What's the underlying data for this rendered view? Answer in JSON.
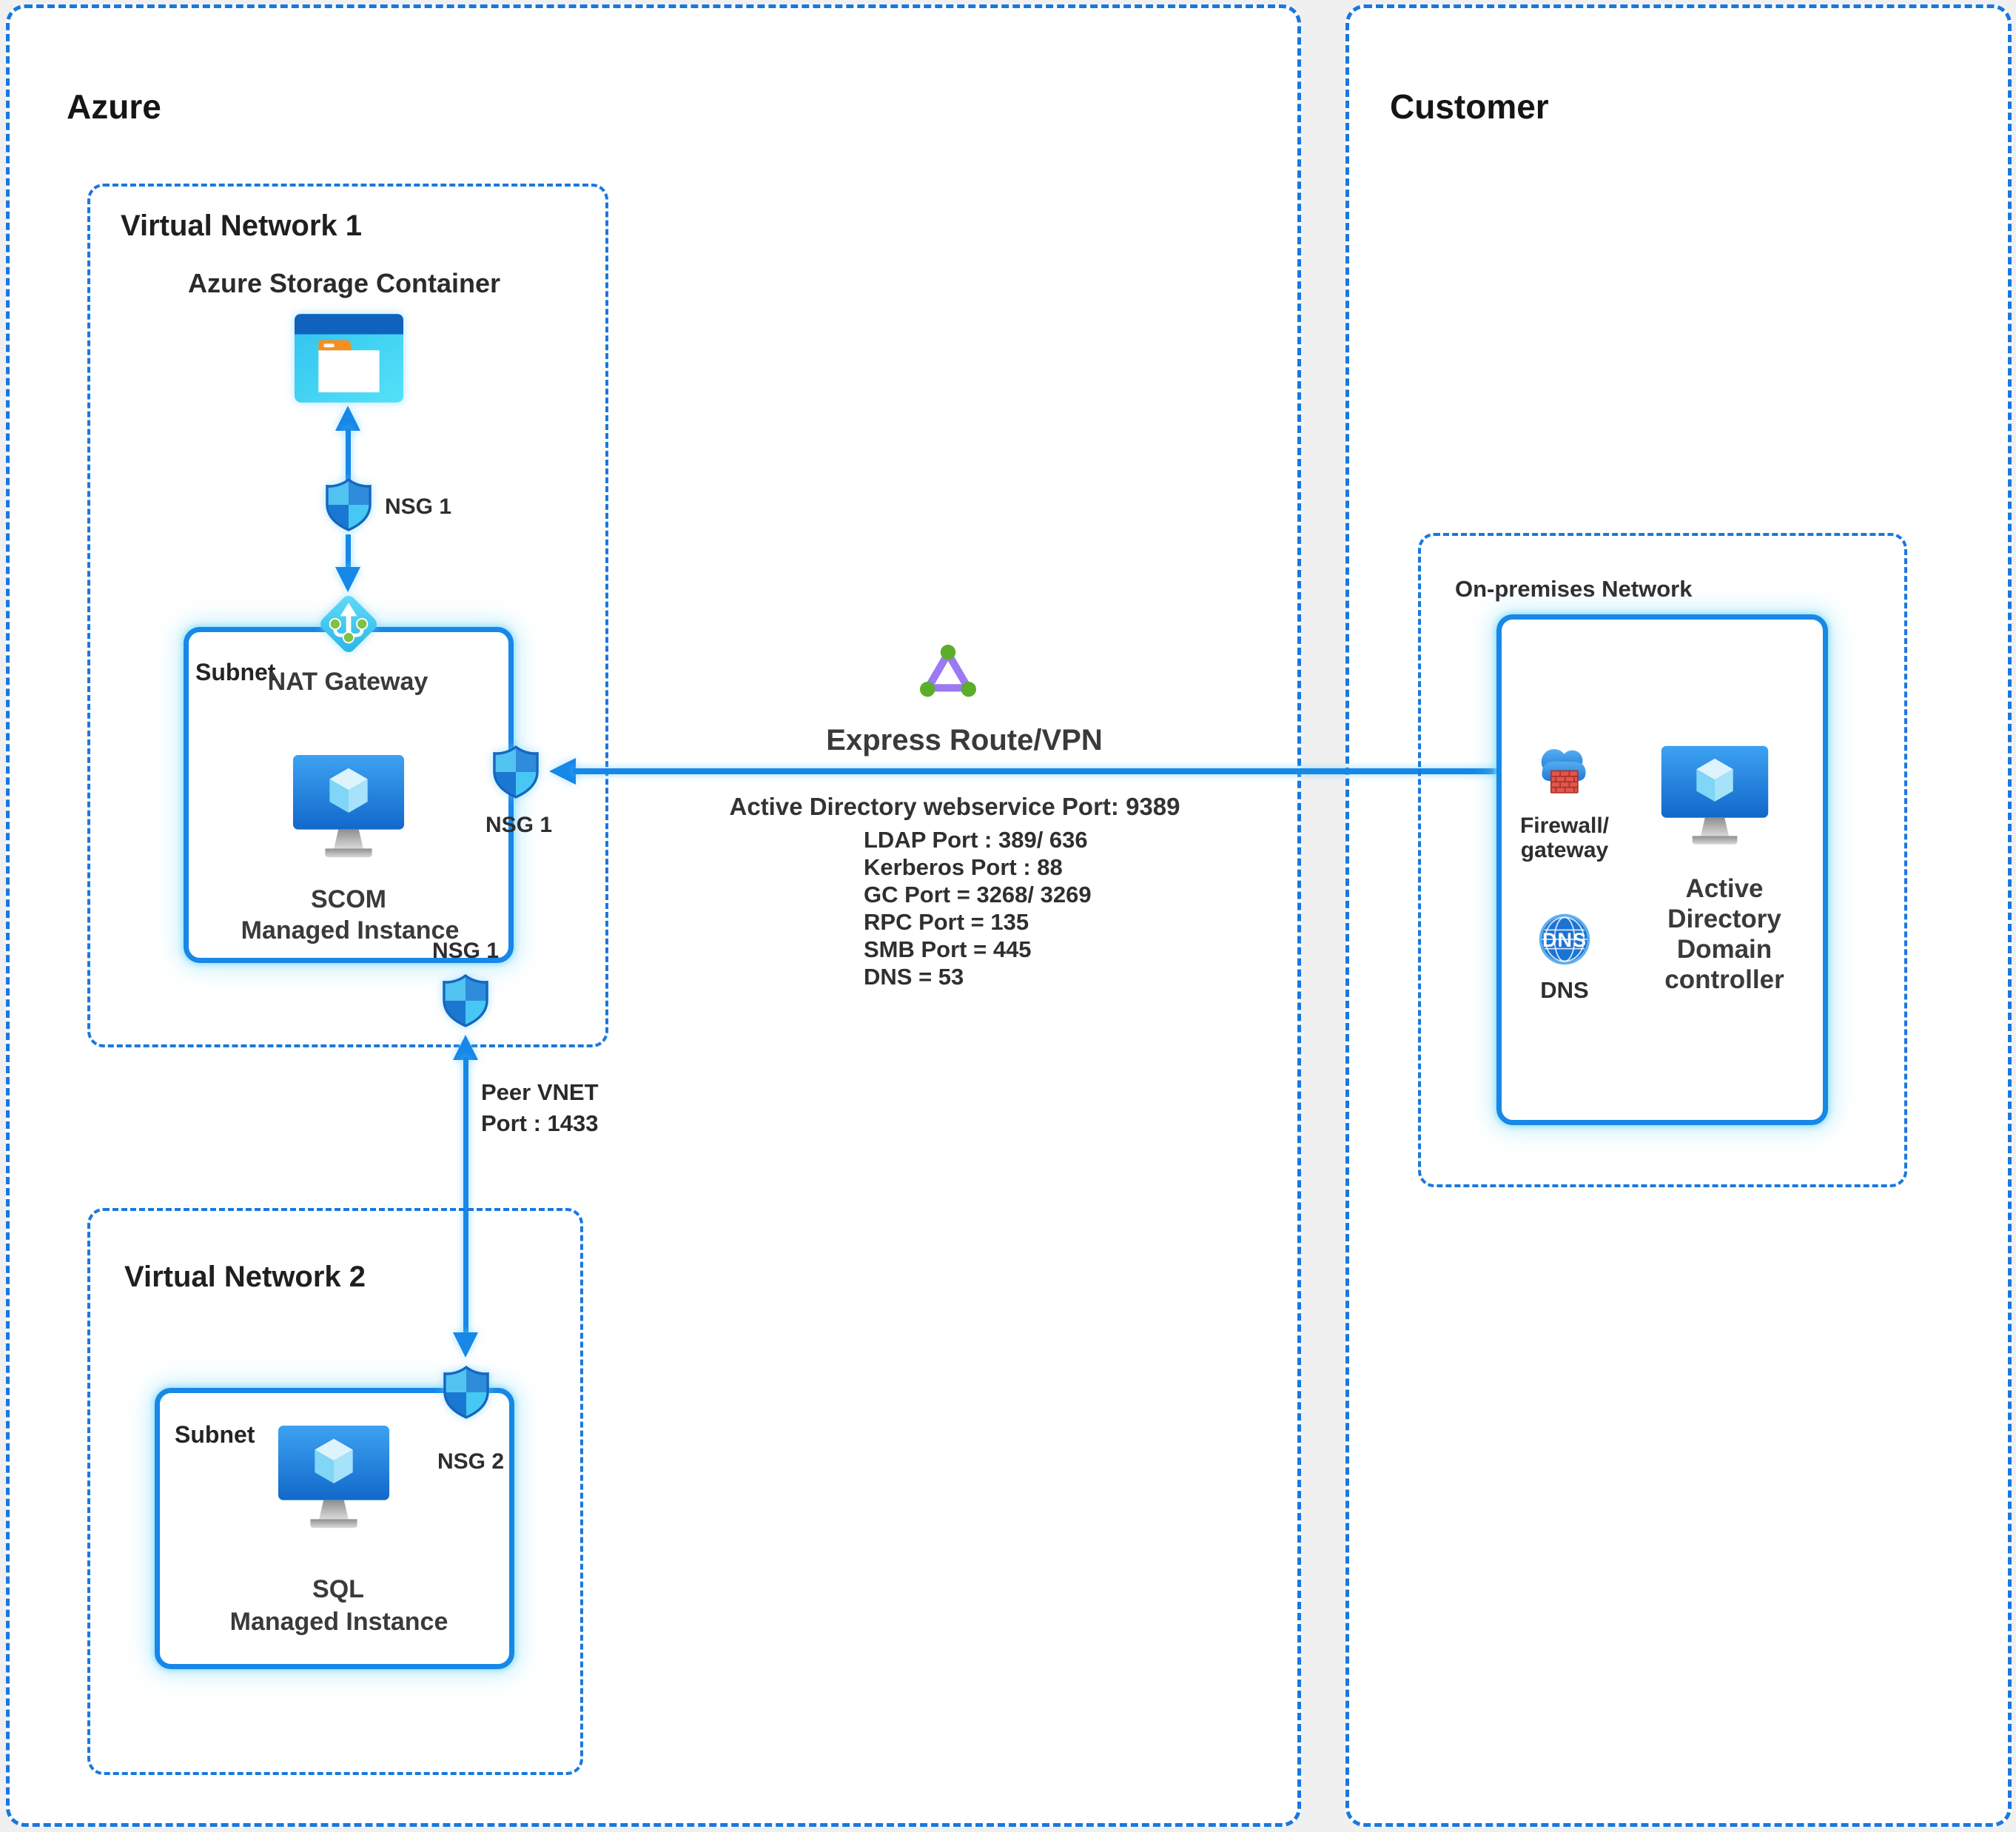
{
  "page": {
    "background": "#f0f0f0",
    "accent_blue": "#1787e8",
    "dash_blue": "#1878e0"
  },
  "azure": {
    "title": "Azure",
    "vnet1": {
      "label": "Virtual Network 1",
      "storage_label": "Azure Storage Container",
      "nsg_top_label": "NSG 1",
      "nat_gateway_label": "NAT Gateway",
      "subnet": {
        "label": "Subnet",
        "vm_line1": "SCOM",
        "vm_line2": "Managed Instance",
        "nsg_right_label": "NSG 1",
        "nsg_bottom_label": "NSG 1"
      }
    },
    "peering": {
      "line1": "Peer VNET",
      "line2": "Port : 1433"
    },
    "vnet2": {
      "label": "Virtual Network 2",
      "subnet": {
        "label": "Subnet",
        "nsg_label": "NSG 2",
        "vm_line1": "SQL",
        "vm_line2": "Managed Instance"
      }
    }
  },
  "connection": {
    "express_label": "Express Route/VPN",
    "webservice_line": "Active Directory webservice Port: 9389",
    "ports": [
      "LDAP Port : 389/ 636",
      "Kerberos Port : 88",
      "GC Port = 3268/ 3269",
      "RPC Port = 135",
      "SMB Port = 445",
      "DNS = 53"
    ]
  },
  "customer": {
    "title": "Customer",
    "onprem": {
      "label": "On-premises Network",
      "firewall_line1": "Firewall/",
      "firewall_line2": "gateway",
      "dns_icon_text": "DNS",
      "dns_label": "DNS",
      "addc_lines": [
        "Active",
        "Directory",
        "Domain",
        "controller"
      ]
    }
  }
}
